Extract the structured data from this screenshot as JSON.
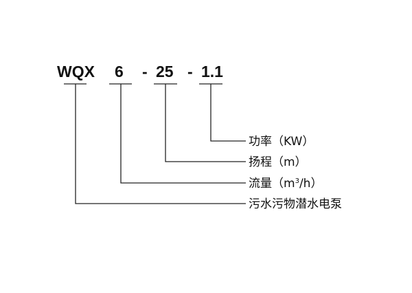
{
  "model": {
    "prefix": "WQX",
    "flow": "6",
    "dash1": "-",
    "head": "25",
    "dash2": "-",
    "power": "1.1"
  },
  "labels": {
    "power": "功率（KW）",
    "head": "扬程（m）",
    "flow_prefix": "流量（m",
    "flow_sup": "3",
    "flow_suffix": "/h）",
    "type": "污水污物潜水电泵"
  }
}
